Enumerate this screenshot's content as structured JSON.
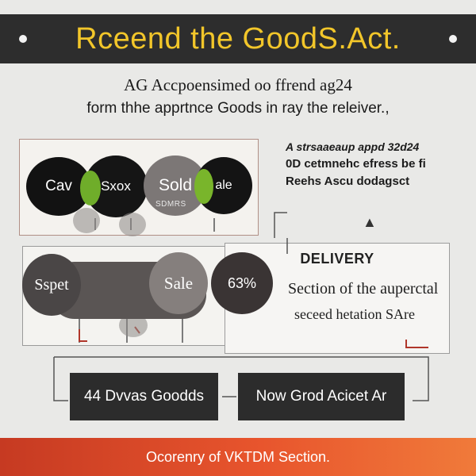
{
  "header": {
    "title": "Rceend the GoodS.Act."
  },
  "intro": {
    "line1": "AG Accpoensimed oo ffrend ag24",
    "line2": "form thhe apprtnce Goods in ray the releiver.,"
  },
  "top_panel": {
    "circles": [
      "Cav",
      "Sxox",
      "Sold",
      "ale"
    ],
    "sold_sub": "SDMRS"
  },
  "bottom_panel": {
    "circles": [
      "Sspet",
      "Sale",
      "63%"
    ]
  },
  "side_box": {
    "line1": "A strsaaeaup appd 32d24",
    "line2": "0D cetmnehc efress be fi",
    "line3": "Reehs Ascu dodagsct"
  },
  "delivery": {
    "title": "DELIVERY",
    "line1": "Section of the auperctal",
    "line2": "seceed hetation SAre"
  },
  "buttons": {
    "goods": "44 Dvvas Goodds",
    "now": "Now Grod Acicet Ar"
  },
  "footer": {
    "text": "Ocorenry of VKTDM Section."
  },
  "colors": {
    "title_yellow": "#f2c62a",
    "accent_green": "#6fad2a",
    "connector_red": "#b0362a",
    "footer_orange": "#e8552d"
  }
}
